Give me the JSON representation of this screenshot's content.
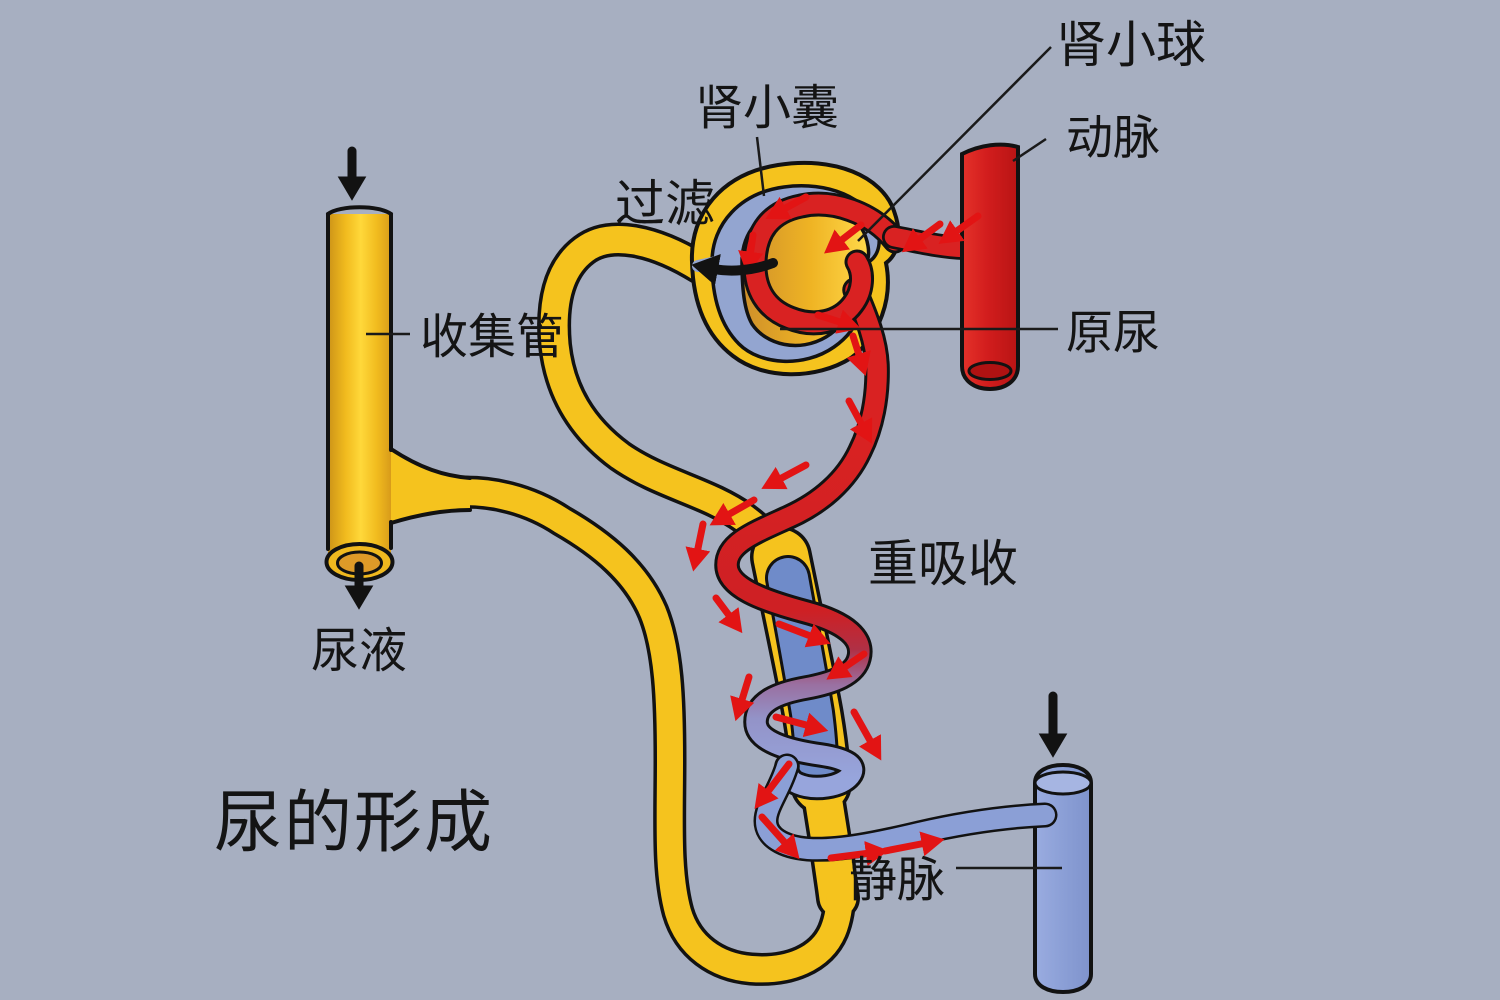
{
  "title": "尿的形成",
  "labels": {
    "bowmans_capsule": "肾小囊",
    "glomerulus": "肾小球",
    "artery": "动脉",
    "filtration": "过滤",
    "primary_urine": "原尿",
    "collecting_duct": "收集管",
    "urine": "尿液",
    "reabsorption": "重吸收",
    "vein": "静脉"
  },
  "colors": {
    "background": "#A7AFC1",
    "tubule_yellow": "#F5C31E",
    "vessel_red": "#D92222",
    "capsule_space_blue": "#93A5D0",
    "tubule_fluid_blue": "#6F8BC9",
    "vein_blue": "#8B9FD6",
    "flow_arrow_red": "#E21414",
    "outline_black": "#121212"
  }
}
